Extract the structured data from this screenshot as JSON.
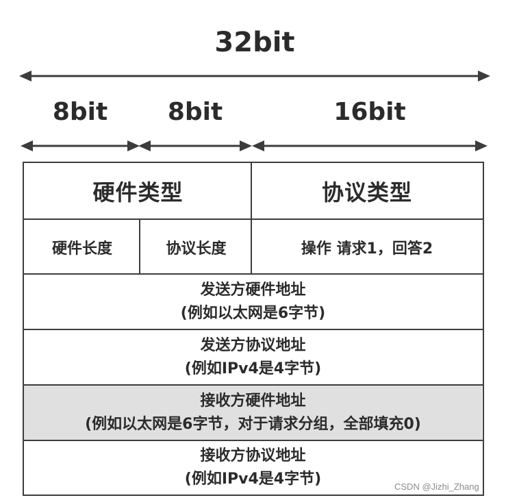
{
  "header": {
    "total_width": "32bit",
    "field1_width": "8bit",
    "field2_width": "8bit",
    "field3_width": "16bit"
  },
  "row1": {
    "hardware_type": "硬件类型",
    "protocol_type": "协议类型"
  },
  "row2": {
    "hardware_length": "硬件长度",
    "protocol_length": "协议长度",
    "operation": "操作 请求1，回答2"
  },
  "row3": {
    "line1": "发送方硬件地址",
    "line2": "(例如以太网是6字节)"
  },
  "row4": {
    "line1": "发送方协议地址",
    "line2": "(例如IPv4是4字节)"
  },
  "row5": {
    "line1": "接收方硬件地址",
    "line2": "(例如以太网是6字节，对于请求分组，全部填充0)"
  },
  "row6": {
    "line1": "接收方协议地址",
    "line2": "(例如IPv4是4字节)"
  },
  "watermark": "CSDN @Jizhi_Zhang",
  "colors": {
    "line": "#3c3c3c",
    "shaded_row": "#e0e0e0",
    "text": "#2b2b2b"
  }
}
